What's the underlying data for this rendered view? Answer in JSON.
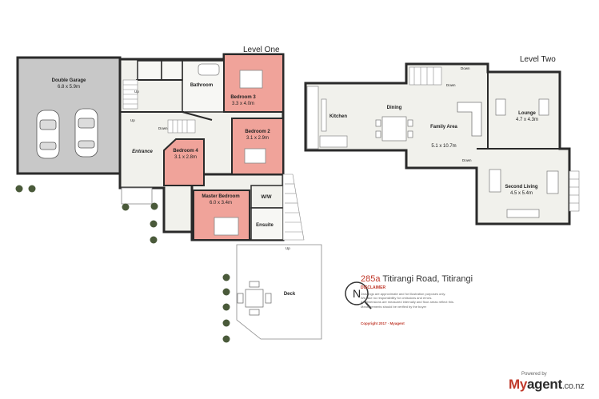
{
  "levels": {
    "one": "Level One",
    "two": "Level Two"
  },
  "rooms": {
    "garage": {
      "name": "Double Garage",
      "dim": "6.8 x 5.9m"
    },
    "bathroom": {
      "name": "Bathroom"
    },
    "bedroom3": {
      "name": "Bedroom 3",
      "dim": "3.3 x 4.0m"
    },
    "bedroom2": {
      "name": "Bedroom 2",
      "dim": "3.1 x 2.9m"
    },
    "bedroom4": {
      "name": "Bedroom 4",
      "dim": "3.1 x 2.8m"
    },
    "entrance": {
      "name": "Entrance"
    },
    "master": {
      "name": "Master Bedroom",
      "dim": "6.0 x 3.4m"
    },
    "ww": {
      "name": "W/W"
    },
    "ensuite": {
      "name": "Ensuite"
    },
    "deck": {
      "name": "Deck"
    },
    "kitchen": {
      "name": "Kitchen"
    },
    "dining": {
      "name": "Dining"
    },
    "family": {
      "name": "Family Area",
      "dim": "5.1 x 10.7m"
    },
    "lounge": {
      "name": "Lounge",
      "dim": "4.7 x 4.3m"
    },
    "second": {
      "name": "Second Living",
      "dim": "4.5 x 5.4m"
    }
  },
  "stairs": {
    "up": "Up",
    "down": "Down"
  },
  "compass": {
    "letter": "N"
  },
  "address": {
    "number": "285a",
    "street": " Titirangi Road, Titirangi"
  },
  "disclaimer": {
    "title": "DISCLAIMER",
    "lines": [
      "Drawings are approximate and for illustration purposes only.",
      "We take no responsibility for omissions and errors.",
      "All dimensions are measured internally and floor areas reflect this.",
      "Measurements should be verified by the buyer"
    ],
    "copyright": "Copyright 2017 · Myagent"
  },
  "branding": {
    "powered_by": "Powered by",
    "my": "My",
    "agent": "agent",
    "tld": ".co.nz"
  },
  "colors": {
    "bedroom": "#f0a39a",
    "garage": "#c8c8c8",
    "floor": "#f1f1ec",
    "wall": "#2a2a2a",
    "deck": "#ffffff",
    "accent": "#c0392b"
  }
}
